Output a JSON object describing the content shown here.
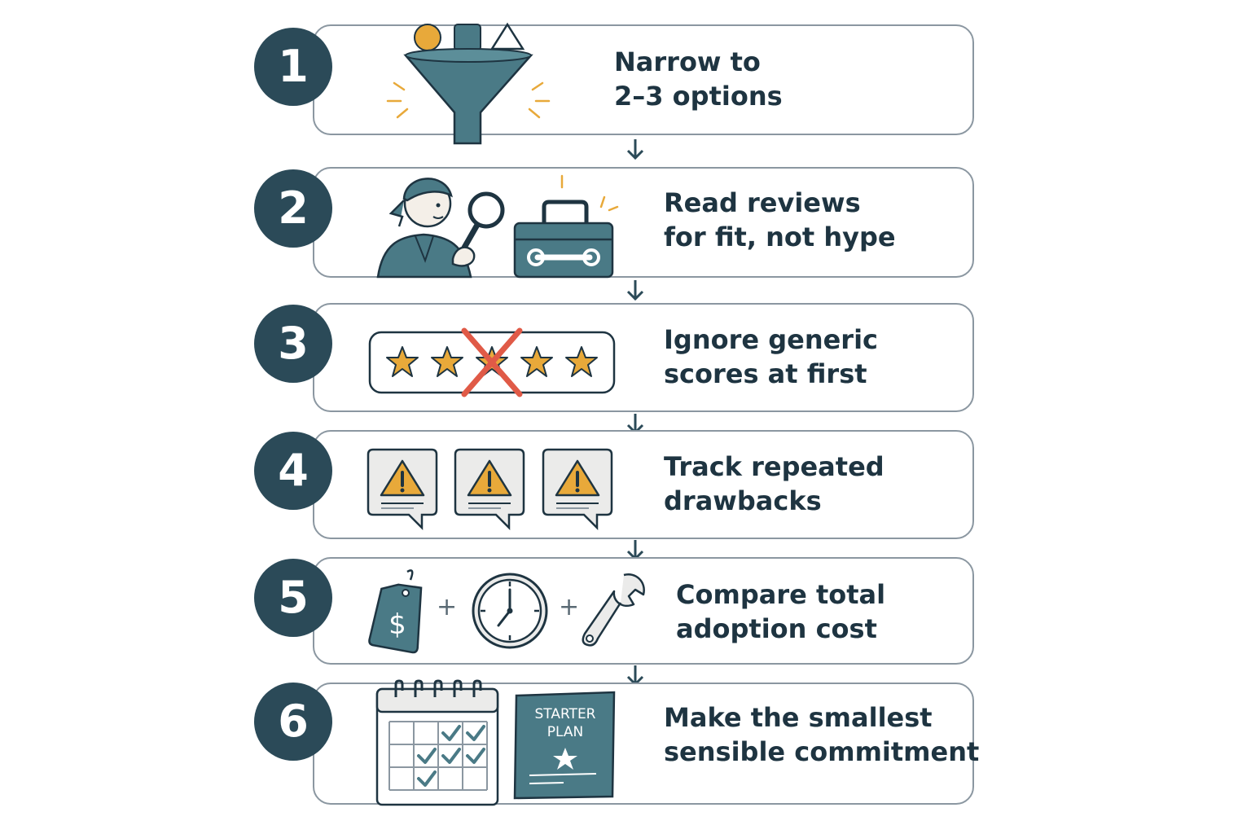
{
  "steps": [
    {
      "number": "1",
      "line1": "Narrow to",
      "line2": "2–3 options"
    },
    {
      "number": "2",
      "line1": "Read reviews",
      "line2": "for fit, not hype"
    },
    {
      "number": "3",
      "line1": "Ignore generic",
      "line2": "scores at first"
    },
    {
      "number": "4",
      "line1": "Track repeated",
      "line2": "drawbacks"
    },
    {
      "number": "5",
      "line1": "Compare total",
      "line2": "adoption cost"
    },
    {
      "number": "6",
      "line1": "Make the smallest",
      "line2": "sensible commitment"
    }
  ],
  "icons": {
    "step1": "funnel-icon",
    "step2": [
      "reviewer-with-magnifier-icon",
      "toolbox-icon"
    ],
    "step3": "crossed-out-star-rating-icon",
    "step4": [
      "warning-bubble-icon",
      "warning-bubble-icon",
      "warning-bubble-icon"
    ],
    "step5": [
      "price-tag-icon",
      "clock-icon",
      "wrench-icon"
    ],
    "step6": [
      "calendar-checklist-icon",
      "starter-plan-card-icon"
    ]
  },
  "plan_card": {
    "line1": "STARTER",
    "line2": "PLAN"
  },
  "price_symbol": "$",
  "operators": {
    "plus": "+"
  },
  "colors": {
    "primary": "#2b4a58",
    "teal": "#4a7a86",
    "accent": "#e8a93a",
    "cross": "#e05a47",
    "border": "#8b97a1",
    "text": "#1e3441"
  }
}
